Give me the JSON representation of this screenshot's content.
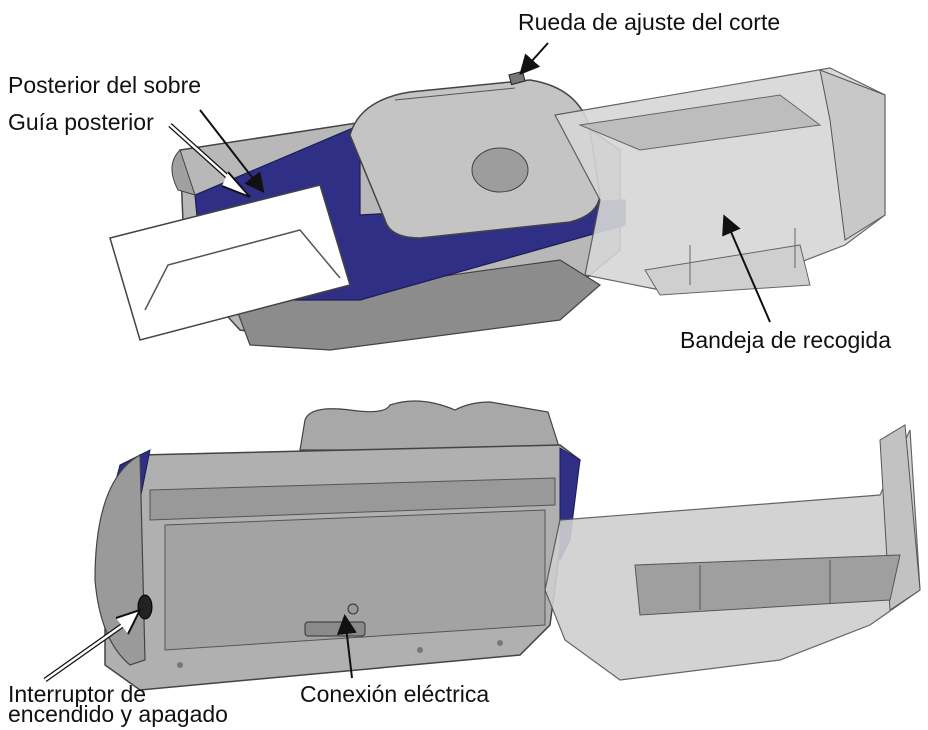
{
  "labels": {
    "cut_wheel": "Rueda de ajuste del corte",
    "envelope_back": "Posterior del sobre",
    "rear_guide": "Guía posterior",
    "collection_tray": "Bandeja de recogida",
    "power_switch_line1": "Interruptor de",
    "power_switch_line2": "encendido y apagado",
    "power_connection": "Conexión eléctrica"
  },
  "colors": {
    "machine_gray": "#b3b3b3",
    "machine_dark": "#7a7a7a",
    "guide_blue": "#2f2f86",
    "tray_fill": "#d9d9d9",
    "outline": "#333333"
  }
}
